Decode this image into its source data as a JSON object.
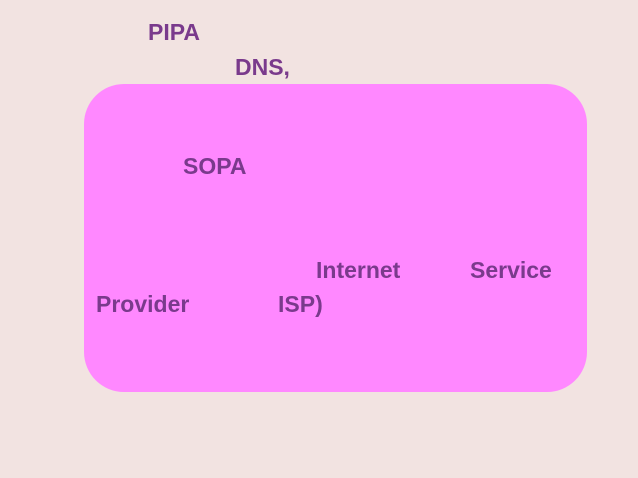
{
  "slide": {
    "background_color": "#f2e3e1",
    "box": {
      "fill_color": "#ff88ff",
      "name": "rounded-rectangle-shape"
    },
    "text_color": "#7a3a8c",
    "lines": {
      "pipa": "PIPA",
      "dns": "DNS,",
      "sopa": "SOPA",
      "internet": "Internet",
      "service": "Service",
      "provider": "Provider",
      "isp": "ISP)"
    }
  }
}
